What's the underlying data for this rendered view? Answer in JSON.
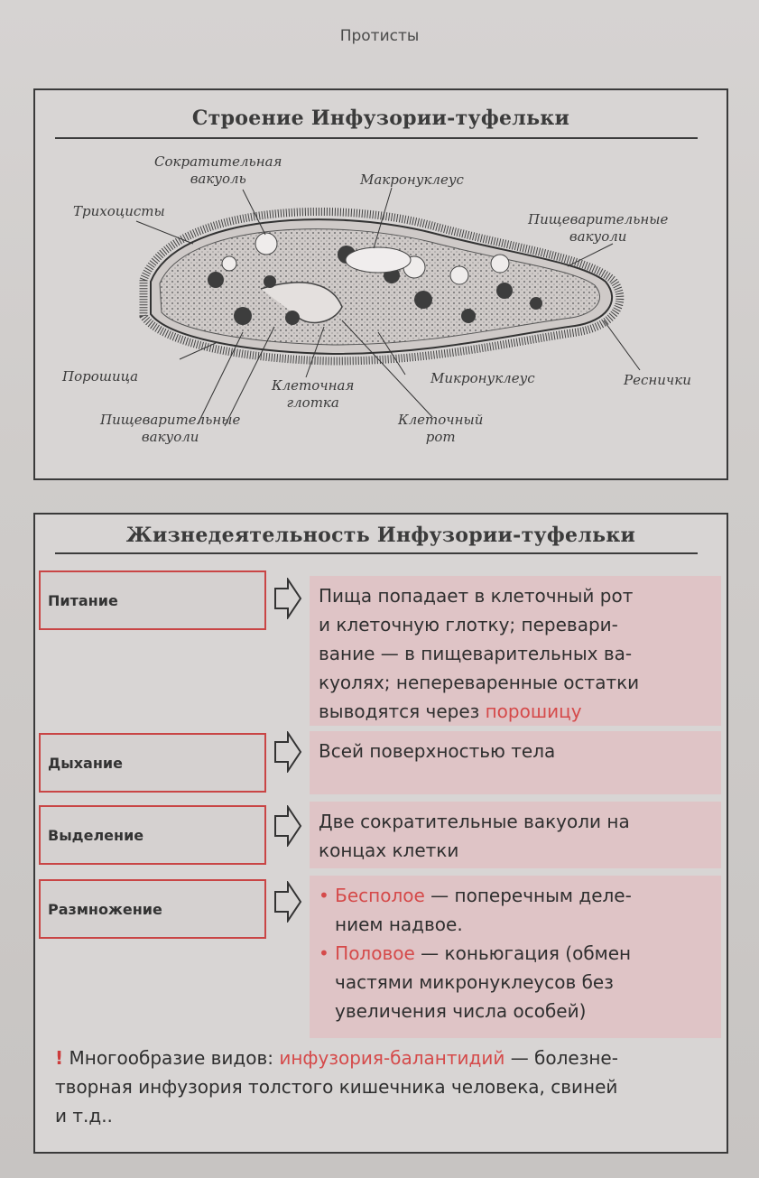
{
  "header": {
    "title": "Протисты"
  },
  "structure": {
    "title": "Строение Инфузории-туфельки",
    "labels": {
      "contractile_vacuole": [
        "Сократительная",
        "вакуоль"
      ],
      "macronucleus": "Макронуклеус",
      "trichocysts": "Трихоцисты",
      "digestive_vacuoles_right": [
        "Пищеварительные",
        "вакуоли"
      ],
      "cytoproct": "Порошица",
      "cell_pharynx": [
        "Клеточная",
        "глотка"
      ],
      "micronucleus": "Микронуклеус",
      "cilia": "Реснички",
      "digestive_vacuoles_bottom": [
        "Пищеварительные",
        "вакуоли"
      ],
      "cell_mouth": [
        "Клеточный",
        "рот"
      ]
    }
  },
  "life": {
    "title": "Жизнедеятельность Инфузории-туфельки",
    "rows": [
      {
        "label": "Питание",
        "text_lines": [
          "Пища попадает в клеточный рот",
          "и клеточную глотку; перевари-",
          "вание — в пищеварительных ва-",
          "куолях; непереваренные остатки"
        ],
        "last_line": "выводятся через ",
        "highlight": "порошицу"
      },
      {
        "label": "Дыхание",
        "text": "Всей поверхностью тела"
      },
      {
        "label": "Выделение",
        "text_lines": [
          "Две сократительные вакуоли на",
          "концах клетки"
        ]
      },
      {
        "label": "Размножение",
        "items": [
          {
            "bullet": "•",
            "term": "Бесполое",
            "lines": [
              " — поперечным деле-",
              "нием надвое."
            ]
          },
          {
            "bullet": "•",
            "term": "Половое",
            "lines": [
              " — коньюгация (обмен",
              "частями микронуклеусов без",
              "увеличения числа особей)"
            ]
          }
        ]
      }
    ],
    "note": {
      "mark": "!",
      "prefix": " Многообразие видов: ",
      "term": "инфузория-балантидий",
      "line1_rest": " — болезне-",
      "line2": "творная инфузория толстого кишечника человека, свиней",
      "line3": "и т.д.."
    }
  }
}
